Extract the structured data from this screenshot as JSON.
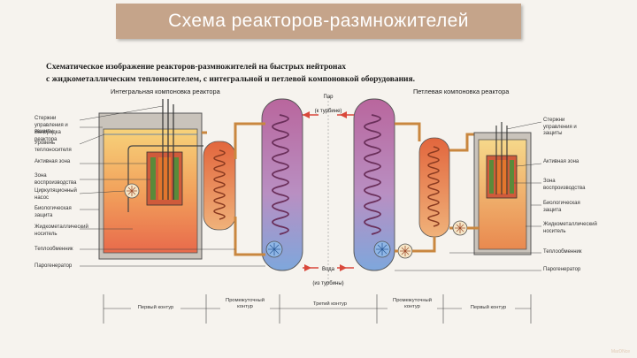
{
  "title": "Схема реакторов-размножителей",
  "caption": {
    "line1": "Схематическое изображение реакторов-размножителей на быстрых нейтронах",
    "line2": "с жидкометаллическим теплоносителем, с интегральной и петлевой компоновкой оборудования."
  },
  "subtitles": {
    "integral": "Интегральная компоновка реактора",
    "loop": "Петлевая компоновка реактора"
  },
  "center": {
    "steam": "Пар",
    "to_turbine": "(к турбине)",
    "water": "Вода",
    "from_turbine": "(из турбины)"
  },
  "left_labels": [
    "Стержни управления и защиты",
    "Выгородка реактора",
    "Уровень теплоносителя",
    "Активная зона",
    "Зона воспроизводства",
    "Циркуляционный насос",
    "Биологическая защита",
    "Жидкометаллический носитель",
    "Теплообменник",
    "Парогенератор"
  ],
  "right_labels": [
    "Стержни управления и защиты",
    "Активная зона",
    "Зона воспроизводства",
    "Биологическая защита",
    "Жидкометаллический носитель",
    "Теплообменник",
    "Парогенератор"
  ],
  "contours": {
    "first_left": "Первый контур",
    "intermediate_left": "Промежуточный контур",
    "third": "Третий контур",
    "intermediate_right": "Промежуточный контур",
    "first_right": "Первый контур"
  },
  "footer": "MarDNce",
  "colors": {
    "title_bg": "#c5a48a",
    "hot": "#e2573a",
    "warm": "#f0a35b",
    "cool": "#7fa8d8",
    "fuel": "#5a8a3a",
    "pipe": "#c9873f"
  }
}
